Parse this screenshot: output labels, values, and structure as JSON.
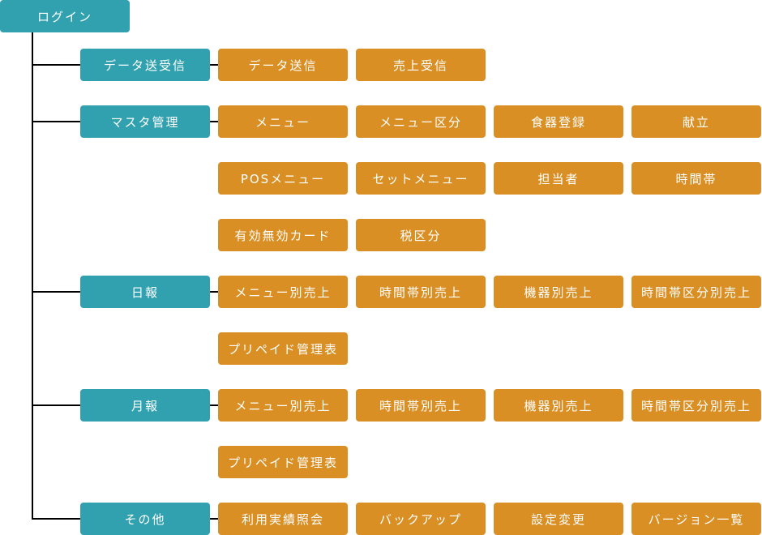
{
  "colors": {
    "category": "#31a1b0",
    "item": "#d98f23",
    "line": "#000000"
  },
  "root": {
    "label": "ログイン"
  },
  "categories": [
    {
      "label": "データ送受信",
      "items": [
        "データ送信",
        "売上受信"
      ]
    },
    {
      "label": "マスタ管理",
      "items": [
        "メニュー",
        "メニュー区分",
        "食器登録",
        "献立",
        "POSメニュー",
        "セットメニュー",
        "担当者",
        "時間帯",
        "有効無効カード",
        "税区分"
      ]
    },
    {
      "label": "日報",
      "items": [
        "メニュー別売上",
        "時間帯別売上",
        "機器別売上",
        "時間帯区分別売上",
        "プリペイド管理表"
      ]
    },
    {
      "label": "月報",
      "items": [
        "メニュー別売上",
        "時間帯別売上",
        "機器別売上",
        "時間帯区分別売上",
        "プリペイド管理表"
      ]
    },
    {
      "label": "その他",
      "items": [
        "利用実績照会",
        "バックアップ",
        "設定変更",
        "バージョン一覧"
      ]
    }
  ]
}
